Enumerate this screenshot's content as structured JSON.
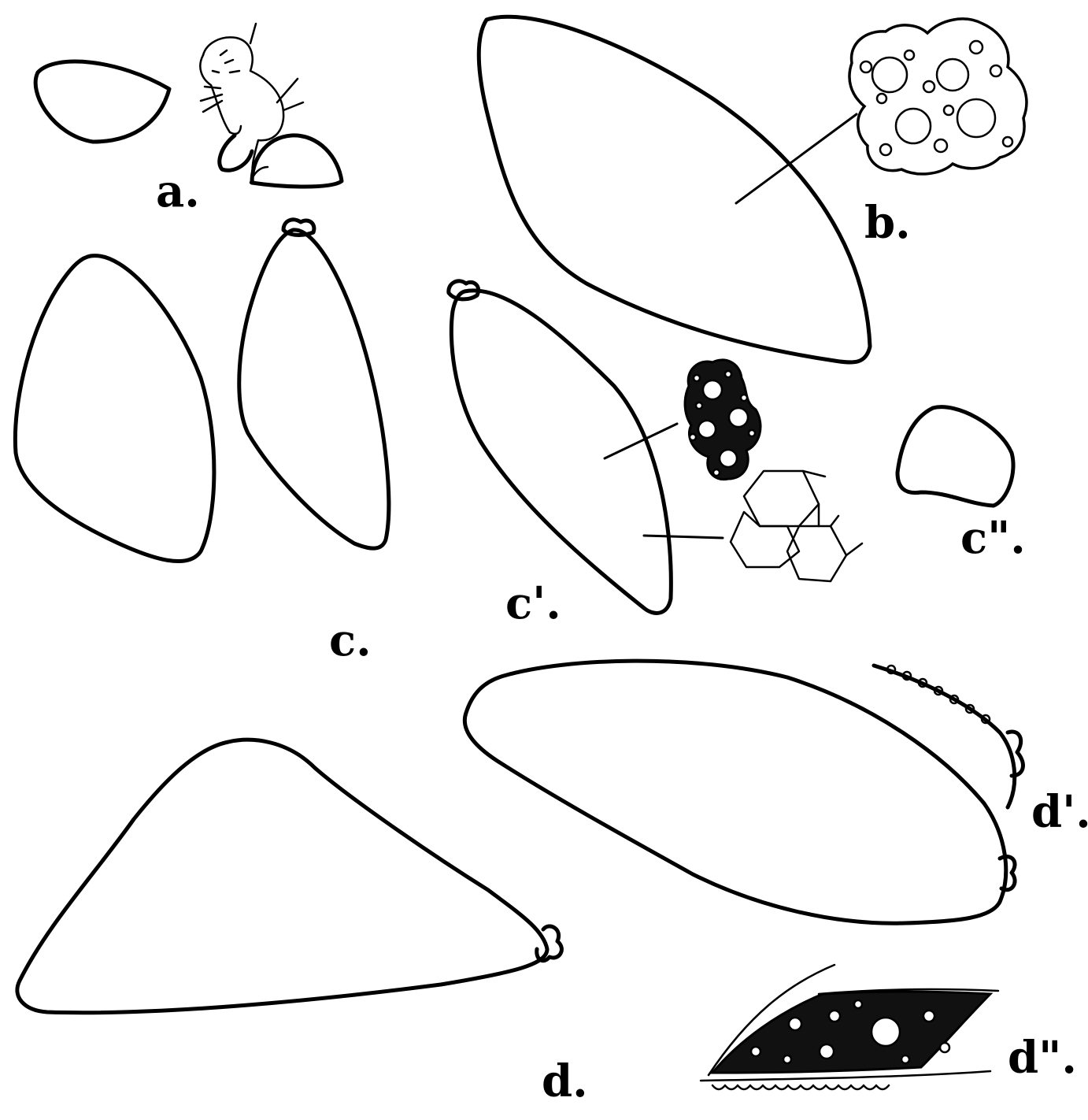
{
  "figure": {
    "labels": {
      "a": "a.",
      "b": "b.",
      "c": "c.",
      "c_prime": "c'.",
      "c_double_prime": "c\".",
      "d": "d.",
      "d_prime": "d'.",
      "d_double_prime": "d\"."
    }
  }
}
